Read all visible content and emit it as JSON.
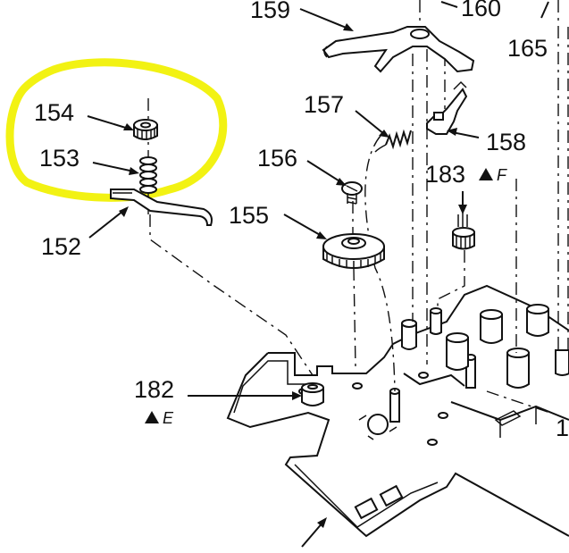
{
  "callouts": {
    "c159": "159",
    "c160": "160",
    "c165": "165",
    "c157": "157",
    "c158": "158",
    "c154": "154",
    "c153": "153",
    "c156": "156",
    "c183": "183",
    "c183_mark": "F",
    "c155": "155",
    "c152": "152",
    "c182": "182",
    "c182_mark": "E",
    "c_edge": "1"
  },
  "colors": {
    "highlight": "#f2f213",
    "ink": "#111111"
  }
}
